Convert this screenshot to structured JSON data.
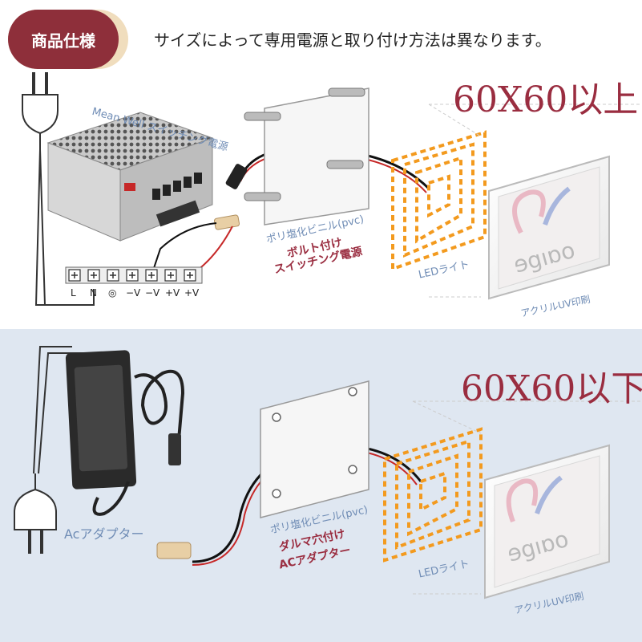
{
  "header": {
    "badge": "商品仕様",
    "description": "サイズによって専用電源と取り付け方法は異なります。"
  },
  "upper": {
    "size_label": "60X60以上",
    "psu_label": "Mean Well スイッチング電源",
    "panel_label": "ポリ塩化ビニル(pvc)",
    "mount_label": "ボルト付け",
    "power_label": "スイッチング電源",
    "led_label": "LEDライト",
    "acrylic_label": "アクリルUV印刷",
    "terminals": [
      "L",
      "N",
      "◎",
      "−V",
      "−V",
      "+V",
      "+V"
    ]
  },
  "lower": {
    "size_label": "60X60以下",
    "adapter_label": "Acアダプター",
    "panel_label": "ポリ塩化ビニル(pvc)",
    "mount_label": "ダルマ穴付け",
    "power_label": "ACアダプター",
    "led_label": "LEDライト",
    "acrylic_label": "アクリルUV印刷"
  },
  "colors": {
    "accent": "#9a2d40",
    "badge": "#8e2f3a",
    "badge_edge": "#f0ddbd",
    "led": "#f39a1e",
    "panel_text": "#6f8cb5",
    "lower_bg": "#dfe7f1"
  }
}
